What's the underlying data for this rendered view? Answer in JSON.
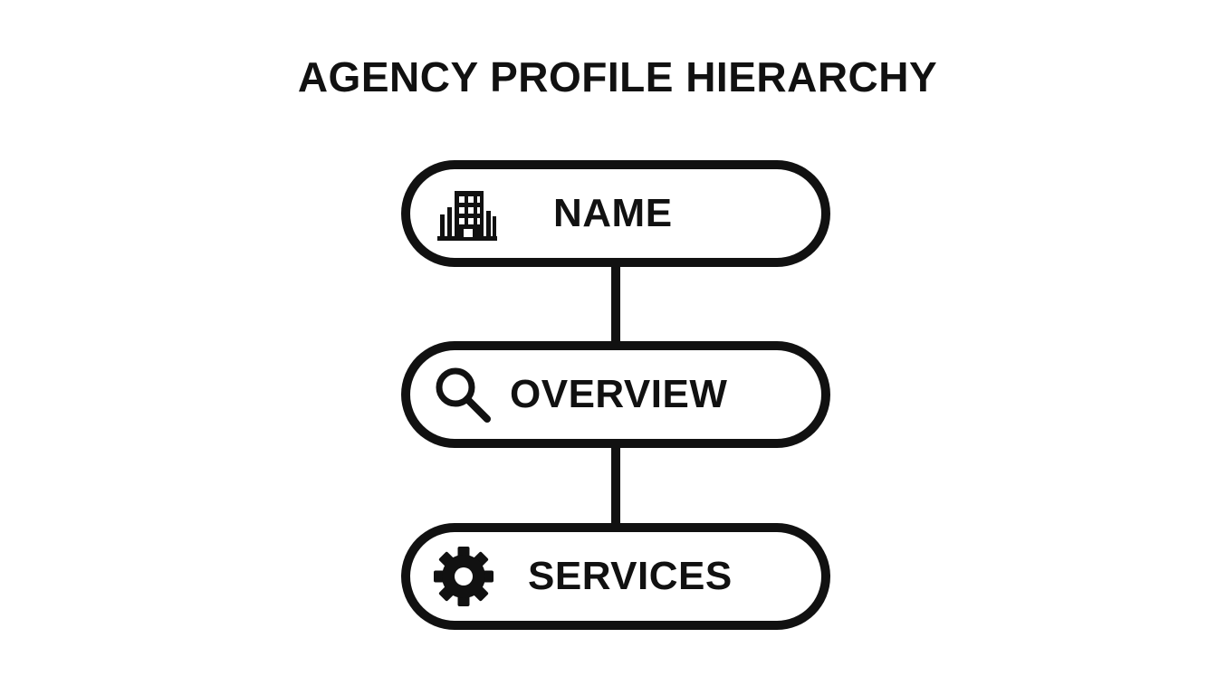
{
  "title": "AGENCY PROFILE HIERARCHY",
  "nodes": [
    {
      "label": "NAME",
      "icon": "building-icon"
    },
    {
      "label": "OVERVIEW",
      "icon": "search-icon"
    },
    {
      "label": "SERVICES",
      "icon": "gear-icon"
    }
  ],
  "colors": {
    "ink": "#111111",
    "background": "#ffffff"
  }
}
